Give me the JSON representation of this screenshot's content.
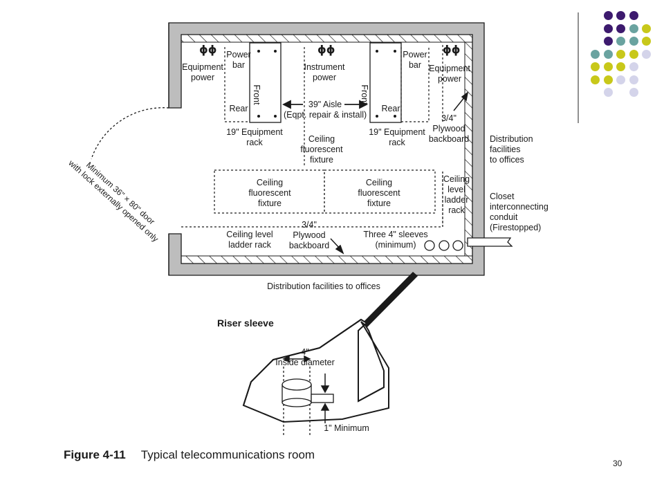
{
  "figure": {
    "number": "Figure 4-11",
    "title": "Typical telecommunications room"
  },
  "page_number": "30",
  "labels": {
    "equipment_power_left": [
      "Equipment",
      "power"
    ],
    "power_bar_left": [
      "Power",
      "bar"
    ],
    "rear_left": "Rear",
    "front_left": "Front",
    "instrument_power": [
      "Instrument",
      "power"
    ],
    "front_right": "Front",
    "rear_right": "Rear",
    "power_bar_right": [
      "Power",
      "bar"
    ],
    "equipment_power_right": [
      "Equipment",
      "power"
    ],
    "aisle": [
      "39\" Aisle",
      "(Eqpt. repair & install)"
    ],
    "rack_left": [
      "19\" Equipment",
      "rack"
    ],
    "rack_right": [
      "19\" Equipment",
      "rack"
    ],
    "ceiling_fixture_top": [
      "Ceiling",
      "fluorescent",
      "fixture"
    ],
    "ceiling_fixture_left": [
      "Ceiling",
      "fluorescent",
      "fixture"
    ],
    "ceiling_fixture_right": [
      "Ceiling",
      "fluorescent",
      "fixture"
    ],
    "plywood_right": [
      "3/4\"",
      "Plywood",
      "backboard"
    ],
    "ladder_rack_right": [
      "Ceiling",
      "level",
      "ladder",
      "rack"
    ],
    "distribution_right": [
      "Distribution",
      "facilities",
      "to offices"
    ],
    "closet_conduit": [
      "Closet",
      "interconnecting",
      "conduit",
      "(Firestopped)"
    ],
    "ladder_rack_bottom": [
      "Ceiling level",
      "ladder rack"
    ],
    "plywood_bottom": [
      "3/4\"",
      "Plywood",
      "backboard"
    ],
    "sleeves": [
      "Three 4\" sleeves",
      "(minimum)"
    ],
    "door": [
      "Minimum 36\" × 80\" door",
      "with lock externally opened only"
    ],
    "distribution_bottom": "Distribution facilities to offices",
    "riser_sleeve": "Riser sleeve",
    "inside_diameter": [
      "4\"",
      "Inside diameter"
    ],
    "one_inch_minimum": "1\" Minimum"
  },
  "decor": {
    "dot_colors": {
      "purple": "#3d1a6e",
      "teal": "#6aa3a0",
      "lime": "#c8c81a",
      "lavender": "#d4d4ea"
    },
    "dot_grid": [
      [
        "",
        "purple",
        "purple",
        "purple",
        ""
      ],
      [
        "",
        "purple",
        "purple",
        "teal",
        "lime"
      ],
      [
        "",
        "purple",
        "teal",
        "teal",
        "lime"
      ],
      [
        "teal",
        "teal",
        "lime",
        "lime",
        "lavender"
      ],
      [
        "lime",
        "lime",
        "lime",
        "lavender",
        ""
      ],
      [
        "lime",
        "lime",
        "lavender",
        "lavender",
        ""
      ],
      [
        "",
        "lavender",
        "",
        "lavender",
        ""
      ]
    ]
  }
}
